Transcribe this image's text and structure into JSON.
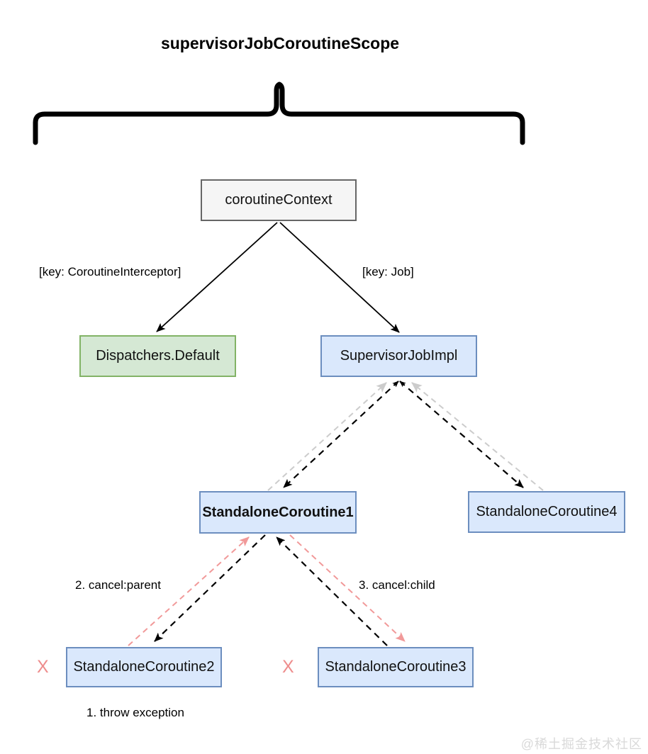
{
  "title": "supervisorJobCoroutineScope",
  "nodes": {
    "coroutine_context": {
      "label": "coroutineContext"
    },
    "dispatchers_default": {
      "label": "Dispatchers.Default"
    },
    "supervisor_job_impl": {
      "label": "SupervisorJobImpl"
    },
    "standalone_coroutine_1": {
      "label": "StandaloneCoroutine1"
    },
    "standalone_coroutine_4": {
      "label": "StandaloneCoroutine4"
    },
    "standalone_coroutine_2": {
      "label": "StandaloneCoroutine2"
    },
    "standalone_coroutine_3": {
      "label": "StandaloneCoroutine3"
    }
  },
  "edge_labels": {
    "interceptor_key": "[key: CoroutineInterceptor]",
    "job_key": "[key: Job]",
    "cancel_parent": "2. cancel:parent",
    "cancel_child": "3. cancel:child",
    "throw_exception": "1. throw exception"
  },
  "marks": {
    "cancelled_x": "X"
  },
  "watermark": "@稀土掘金技术社区",
  "colors": {
    "node_blue_fill": "#dae8fc",
    "node_blue_border": "#6c8ebf",
    "node_green_fill": "#d5e8d4",
    "node_green_border": "#82b366",
    "node_gray_fill": "#f5f5f5",
    "node_gray_border": "#666666",
    "edge_black": "#000000",
    "edge_gray": "#cccccc",
    "edge_pink": "#f19999",
    "cancel_mark": "#ee8d8d",
    "watermark_gray": "#d9d9d9"
  }
}
